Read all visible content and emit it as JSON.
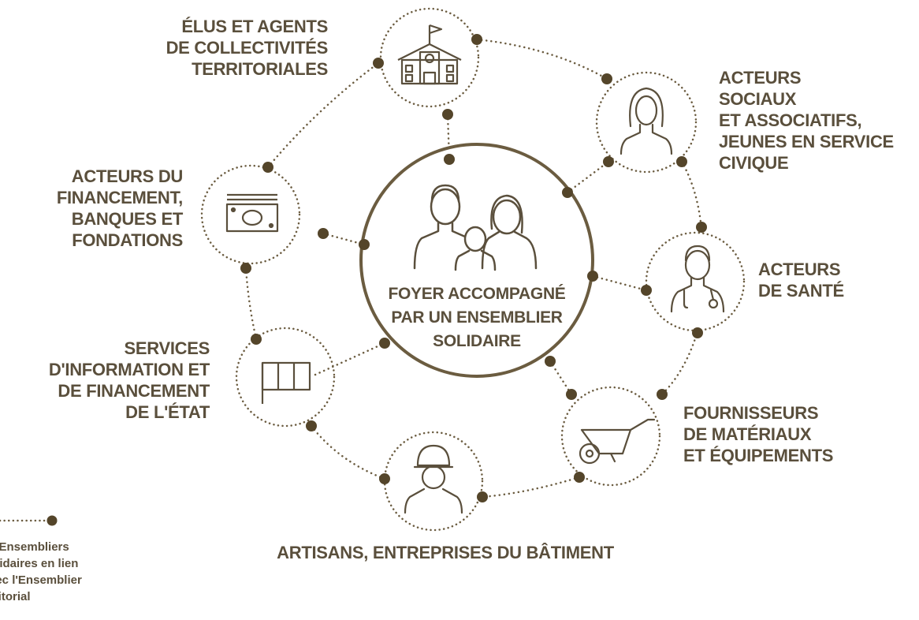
{
  "center": {
    "lines": [
      "FOYER ACCOMPAGNÉ",
      "PAR UN ENSEMBLIER",
      "SOLIDAIRE"
    ],
    "icon": "family-icon"
  },
  "actors": [
    {
      "id": "elus",
      "icon": "town-hall-icon",
      "lines": [
        "ÉLUS ET AGENTS",
        "DE COLLECTIVITÉS",
        "TERRITORIALES"
      ]
    },
    {
      "id": "sociaux",
      "icon": "woman-icon",
      "lines": [
        "ACTEURS",
        "SOCIAUX",
        "ET ASSOCIATIFS,",
        "JEUNES EN SERVICE",
        "CIVIQUE"
      ]
    },
    {
      "id": "sante",
      "icon": "doctor-icon",
      "lines": [
        "ACTEURS",
        "DE SANTÉ"
      ]
    },
    {
      "id": "fournisseurs",
      "icon": "wheelbarrow-icon",
      "lines": [
        "FOURNISSEURS",
        "DE MATÉRIAUX",
        "ET ÉQUIPEMENTS"
      ]
    },
    {
      "id": "artisans",
      "icon": "builder-icon",
      "lines": [
        "ARTISANS, ENTREPRISES DU BÂTIMENT"
      ]
    },
    {
      "id": "etat",
      "icon": "flag-icon",
      "lines": [
        "SERVICES",
        "D'INFORMATION ET",
        "DE FINANCEMENT",
        "DE L'ÉTAT"
      ]
    },
    {
      "id": "financement",
      "icon": "banknote-icon",
      "lines": [
        "ACTEURS DU",
        "FINANCEMENT,",
        "BANQUES ET",
        "FONDATIONS"
      ]
    }
  ],
  "legend": {
    "lines": [
      "s Ensembliers",
      "olidaires en lien",
      "vec l'Ensemblier",
      "rritorial"
    ]
  },
  "colors": {
    "ink": "#5a4f3c",
    "dot": "#54452a",
    "ring": "#6b5c40"
  }
}
